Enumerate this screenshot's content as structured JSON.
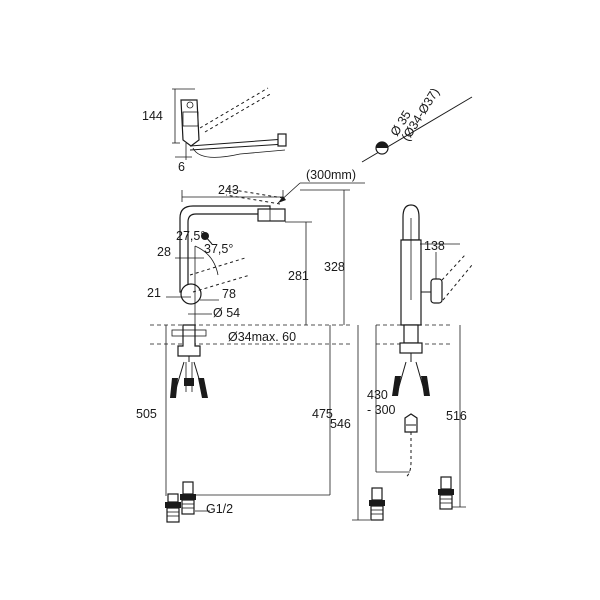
{
  "labels": {
    "d144": "144",
    "d6": "6",
    "d35": "Ø 35",
    "d3437": "(Ø34-Ø37)",
    "d300mm": "(300mm)",
    "d243": "243",
    "d275": "27,5°",
    "d28": "28",
    "d375": "37,5°",
    "d281": "281",
    "d328": "328",
    "d21": "21",
    "d78": "78",
    "d54": "Ø 54",
    "d34max": "Ø34max. 60",
    "d505": "505",
    "d475": "475",
    "d138": "138",
    "d430": "430",
    "d300": "- 300",
    "d546": "546",
    "d516": "516",
    "dG12": "G1/2"
  }
}
